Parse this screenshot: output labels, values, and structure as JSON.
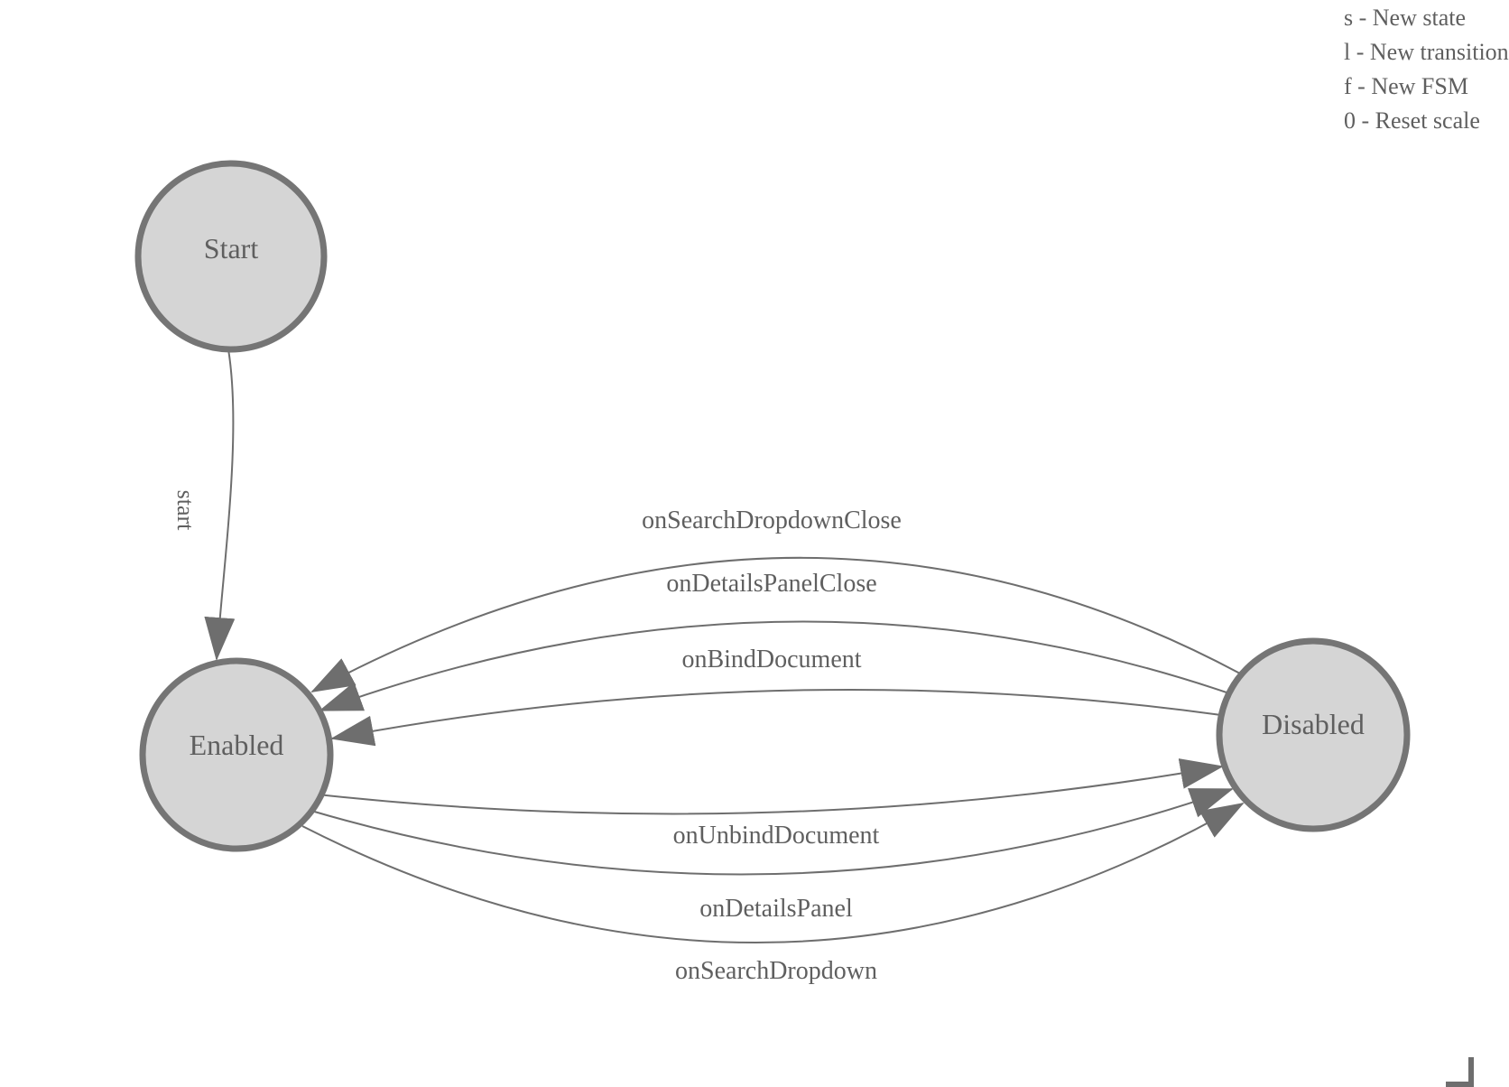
{
  "diagram": {
    "type": "fsm-state-diagram",
    "states": [
      {
        "id": "start",
        "label": "Start"
      },
      {
        "id": "enabled",
        "label": "Enabled"
      },
      {
        "id": "disabled",
        "label": "Disabled"
      }
    ],
    "transitions": [
      {
        "label": "start",
        "from": "Start",
        "to": "Enabled"
      },
      {
        "label": "onSearchDropdownClose",
        "from": "Disabled",
        "to": "Enabled"
      },
      {
        "label": "onDetailsPanelClose",
        "from": "Disabled",
        "to": "Enabled"
      },
      {
        "label": "onBindDocument",
        "from": "Disabled",
        "to": "Enabled"
      },
      {
        "label": "onUnbindDocument",
        "from": "Enabled",
        "to": "Disabled"
      },
      {
        "label": "onDetailsPanel",
        "from": "Enabled",
        "to": "Disabled"
      },
      {
        "label": "onSearchDropdown",
        "from": "Enabled",
        "to": "Disabled"
      }
    ]
  },
  "legend": {
    "lines": [
      "s - New state",
      "l - New transition",
      "f - New FSM",
      "0 - Reset scale"
    ]
  },
  "colors": {
    "background": "#ffffff",
    "state_fill": "#d5d5d5",
    "state_stroke": "#757575",
    "edge_stroke": "#6e6e6e",
    "text": "#5f5f5f"
  }
}
